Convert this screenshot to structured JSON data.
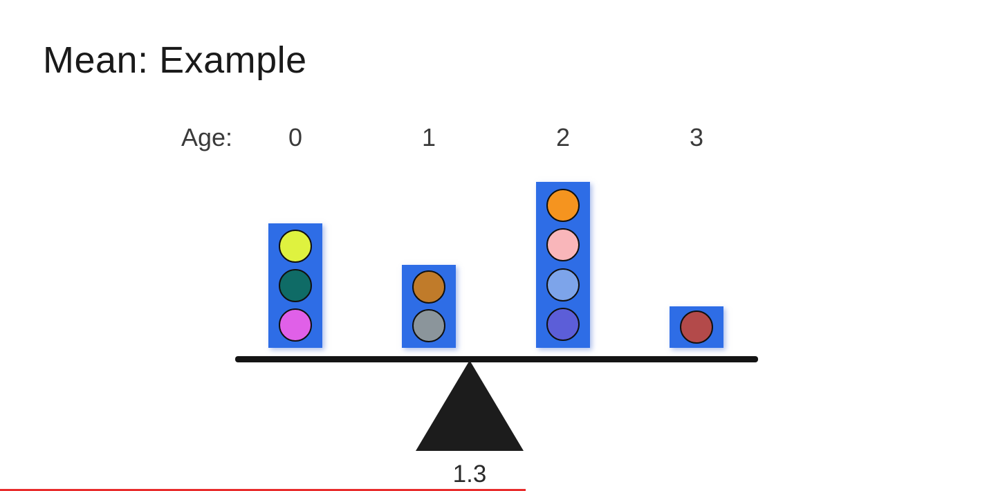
{
  "slide": {
    "title": "Mean: Example",
    "age_label": "Age:",
    "mean_value": "1.3"
  },
  "chart_data": {
    "type": "bar",
    "subtype": "dot-plot-balance",
    "title": "Mean: Example",
    "xlabel": "Age",
    "categories": [
      "0",
      "1",
      "2",
      "3"
    ],
    "counts": [
      3,
      2,
      4,
      1
    ],
    "values_represented": [
      0,
      0,
      0,
      1,
      1,
      2,
      2,
      2,
      2,
      3
    ],
    "mean": 1.3,
    "balance_point_label": "1.3",
    "bar_color": "#2e6de6",
    "beam_color": "#141414",
    "fulcrum_color": "#1c1c1c",
    "dot_colors": [
      [
        "#dff23f",
        "#0f6b66",
        "#e060e8"
      ],
      [
        "#c07b2a",
        "#8b959b"
      ],
      [
        "#f5941f",
        "#f9b6ba",
        "#7da4ea",
        "#5c5ed8"
      ],
      [
        "#b34a4a"
      ]
    ],
    "legend": "none",
    "grid": false
  },
  "video_player": {
    "progress_color": "#e82c2c"
  }
}
